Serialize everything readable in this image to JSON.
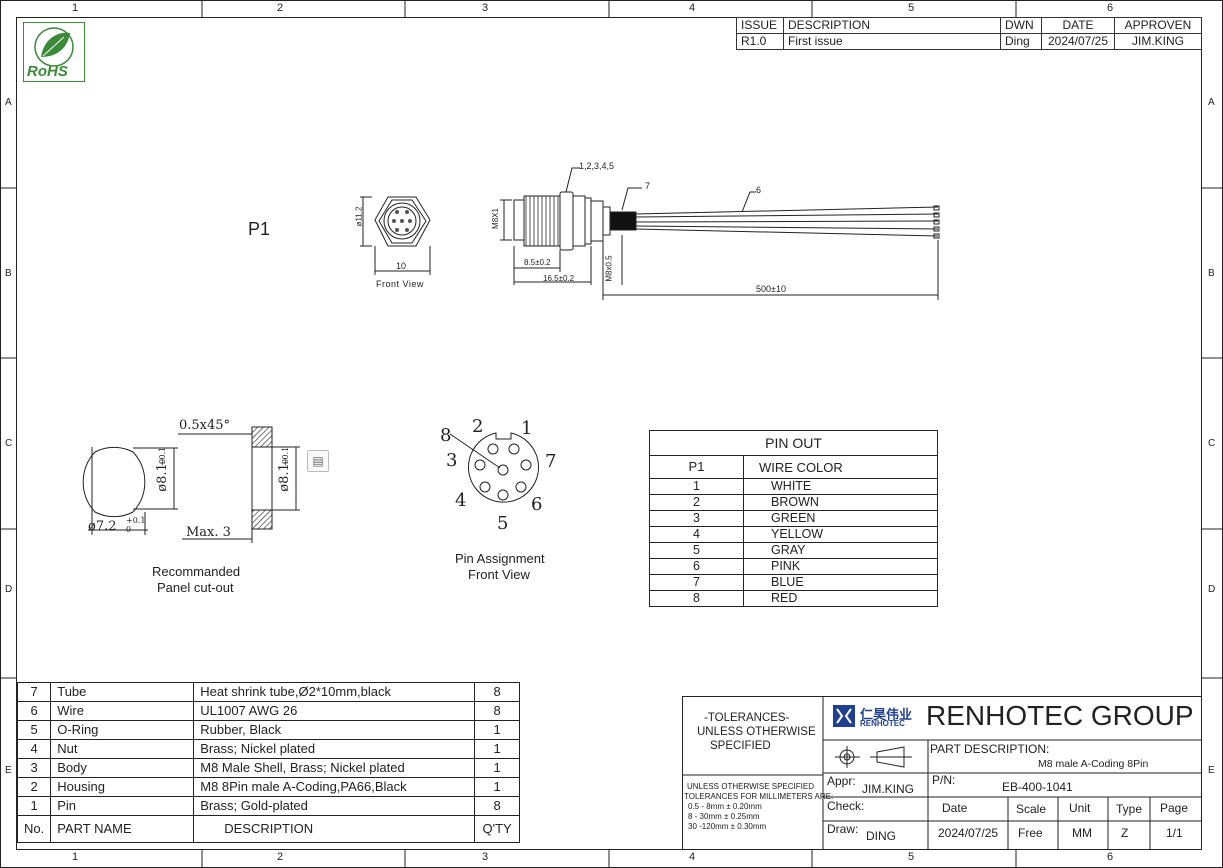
{
  "border": {
    "columns": [
      "1",
      "2",
      "3",
      "4",
      "5",
      "6"
    ],
    "rows": [
      "A",
      "B",
      "C",
      "D",
      "E"
    ]
  },
  "logo": {
    "text": "RoHS"
  },
  "revision": {
    "headers": [
      "ISSUE",
      "DESCRIPTION",
      "DWN",
      "DATE",
      "APPROVEN"
    ],
    "row": [
      "R1.0",
      "First issue",
      "Ding",
      "2024/07/25",
      "JIM.KING"
    ]
  },
  "drawing": {
    "part_label": "P1",
    "callouts": {
      "parts": "1,2,3,4,5",
      "tube": "7",
      "wire": "6"
    },
    "dims": {
      "dia": "ø11.2",
      "width": "10",
      "thread": "M8X1",
      "len1": "8.5±0.2",
      "len2": "16.5±0.2",
      "thread2": "M8x0.5",
      "cable": "500±10"
    },
    "front_view": "Front View"
  },
  "cutout": {
    "chamfer": "0.5x45°",
    "dia_a": "ø8.1",
    "tol_a_top": "+0.1",
    "tol_a_bot": "0",
    "dia_b": "ø7.2",
    "tol_b_top": "+0.1",
    "tol_b_bot": "0",
    "dia_c": "ø8.1",
    "tol_c_top": "+0.1",
    "tol_c_bot": "0",
    "max": "Max. 3",
    "caption_line1": "Recommanded",
    "caption_line2": "Panel cut-out"
  },
  "pin_assignment": {
    "numbers": [
      "1",
      "2",
      "3",
      "4",
      "5",
      "6",
      "7",
      "8"
    ],
    "caption_line1": "Pin Assignment",
    "caption_line2": "Front View"
  },
  "pinout": {
    "title": "PIN OUT",
    "col1": "P1",
    "col2": "WIRE COLOR",
    "rows": [
      [
        "1",
        "WHITE"
      ],
      [
        "2",
        "BROWN"
      ],
      [
        "3",
        "GREEN"
      ],
      [
        "4",
        "YELLOW"
      ],
      [
        "5",
        "GRAY"
      ],
      [
        "6",
        "PINK"
      ],
      [
        "7",
        "BLUE"
      ],
      [
        "8",
        "RED"
      ]
    ]
  },
  "bom": {
    "rows": [
      [
        "7",
        "Tube",
        "Heat shrink tube,Ø2*10mm,black",
        "8"
      ],
      [
        "6",
        "Wire",
        "UL1007 AWG 26",
        "8"
      ],
      [
        "5",
        "O-Ring",
        "Rubber, Black",
        "1"
      ],
      [
        "4",
        "Nut",
        "Brass; Nickel plated",
        "1"
      ],
      [
        "3",
        "Body",
        "M8 Male Shell, Brass; Nickel plated",
        "1"
      ],
      [
        "2",
        "Housing",
        "M8 8Pin male A-Coding,PA66,Black",
        "1"
      ],
      [
        "1",
        "Pin",
        "Brass; Gold-plated",
        "8"
      ]
    ],
    "headers": [
      "No.",
      "PART NAME",
      "DESCRIPTION",
      "Q'TY"
    ]
  },
  "title_block": {
    "tolerance_title": [
      "-TOLERANCES-",
      "UNLESS OTHERWISE",
      "SPECIFIED"
    ],
    "tolerance_lines": [
      "UNLESS OTHERWISE SPECIFIED",
      "TOLERANCES FOR MILLIMETERS ARE:",
      "0.5 - 8mm ± 0.20mm",
      "8 - 30mm ± 0.25mm",
      "30 -120mm ± 0.30mm"
    ],
    "brand_cn": "仁昊伟业",
    "brand_en": "RENHOTEC",
    "company": "RENHOTEC GROUP",
    "part_desc_label": "PART DESCRIPTION:",
    "part_desc": "M8 male A-Coding 8Pin",
    "appr_label": "Appr:",
    "appr": "JIM.KING",
    "pn_label": "P/N:",
    "pn": "EB-400-1041",
    "check_label": "Check:",
    "draw_label": "Draw:",
    "draw": "DING",
    "headers": [
      "Date",
      "Scale",
      "Unit",
      "Type",
      "Page"
    ],
    "values": [
      "2024/07/25",
      "Free",
      "MM",
      "Z",
      "1/1"
    ]
  },
  "colors": {
    "line": "#222222",
    "green": "#3a8a3a",
    "brand_blue": "#1f3f8f"
  }
}
